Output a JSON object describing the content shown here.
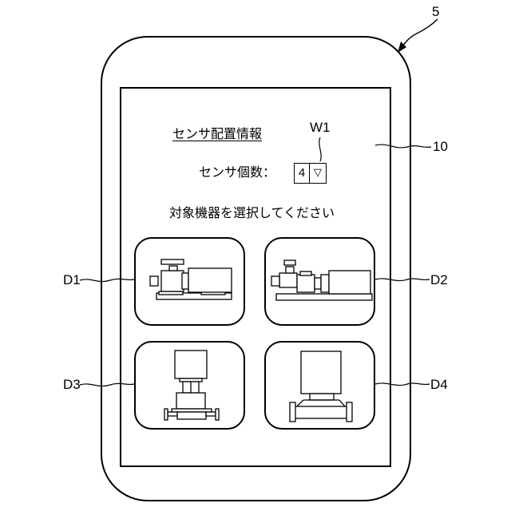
{
  "refs": {
    "device": "5",
    "screen": "10",
    "widget": "W1",
    "d1": "D1",
    "d2": "D2",
    "d3": "D3",
    "d4": "D4"
  },
  "screen": {
    "title": "センサ配置情報",
    "sensor_count_label": "センサ個数：",
    "sensor_count_value": "4",
    "dropdown_glyph": "▽",
    "prompt": "対象機器を選択してください"
  },
  "cards": [
    {
      "ref": "D1",
      "icon": "horizontal-pump-motor-icon"
    },
    {
      "ref": "D2",
      "icon": "horizontal-pump-motor-coupling-icon"
    },
    {
      "ref": "D3",
      "icon": "vertical-pump-icon"
    },
    {
      "ref": "D4",
      "icon": "pump-motor-top-icon"
    }
  ]
}
